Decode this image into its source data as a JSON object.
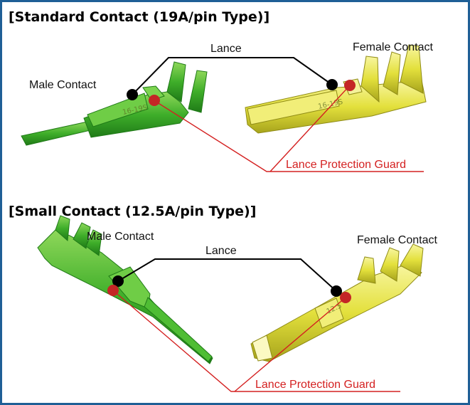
{
  "sections": [
    {
      "heading": "[Standard Contact (19A/pin Type)]",
      "male_label": "Male Contact",
      "female_label": "Female Contact",
      "lance_label": "Lance",
      "guard_label": "Lance Protection Guard",
      "male_stamp": "16-19S",
      "female_stamp": "16-19S"
    },
    {
      "heading": "[Small Contact (12.5A/pin Type)]",
      "male_label": "Male Contact",
      "female_label": "Female Contact",
      "lance_label": "Lance",
      "guard_label": "Lance Protection Guard",
      "female_stamp": "12.5"
    }
  ],
  "colors": {
    "border": "#1f5f96",
    "male_contact": "#3fae2a",
    "female_contact": "#e3e03c",
    "leader_black": "#000000",
    "leader_red": "#d42020",
    "guard_text": "#d42020"
  }
}
